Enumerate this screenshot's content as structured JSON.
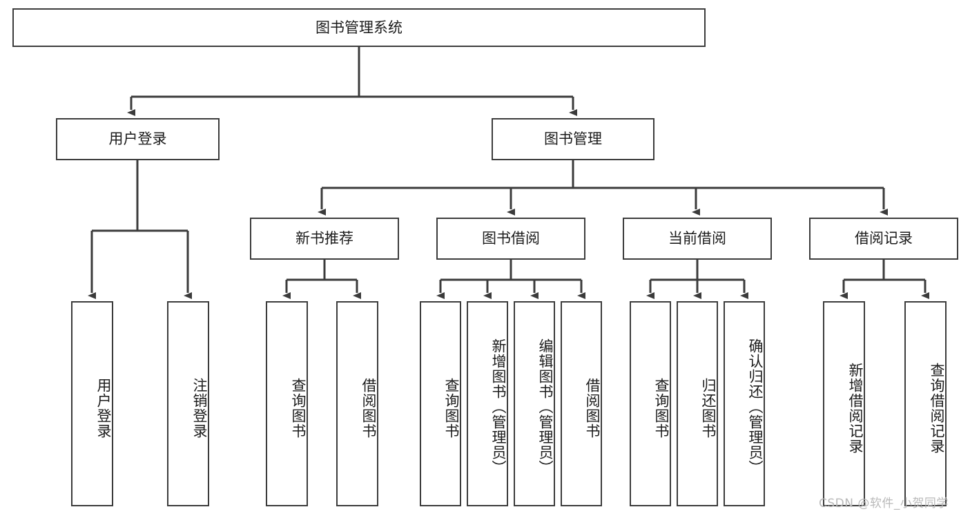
{
  "diagram": {
    "title": "图书管理系统",
    "type": "hierarchy-tree",
    "root": {
      "label": "图书管理系统"
    },
    "level2": [
      {
        "label": "用户登录"
      },
      {
        "label": "图书管理"
      }
    ],
    "level3": [
      {
        "label": "新书推荐"
      },
      {
        "label": "图书借阅"
      },
      {
        "label": "当前借阅"
      },
      {
        "label": "借阅记录"
      }
    ],
    "leaves": {
      "user_login": [
        {
          "label": "用户登录"
        },
        {
          "label": "注销登录"
        }
      ],
      "new_book_recommend": [
        {
          "label": "查询图书"
        },
        {
          "label": "借阅图书"
        }
      ],
      "book_borrow": [
        {
          "label": "查询图书"
        },
        {
          "label": "新增图书（管理员）"
        },
        {
          "label": "编辑图书（管理员）"
        },
        {
          "label": "借阅图书"
        }
      ],
      "current_borrow": [
        {
          "label": "查询图书"
        },
        {
          "label": "归还图书"
        },
        {
          "label": "确认归还（管理员）"
        }
      ],
      "borrow_record": [
        {
          "label": "新增借阅记录"
        },
        {
          "label": "查询借阅记录"
        }
      ]
    }
  },
  "watermark": {
    "text": "CSDN @软件_小贺同学"
  },
  "colors": {
    "stroke": "#3b3b3b",
    "text": "#1b1b1b",
    "background": "#ffffff",
    "watermark": "#b9b9b9"
  }
}
